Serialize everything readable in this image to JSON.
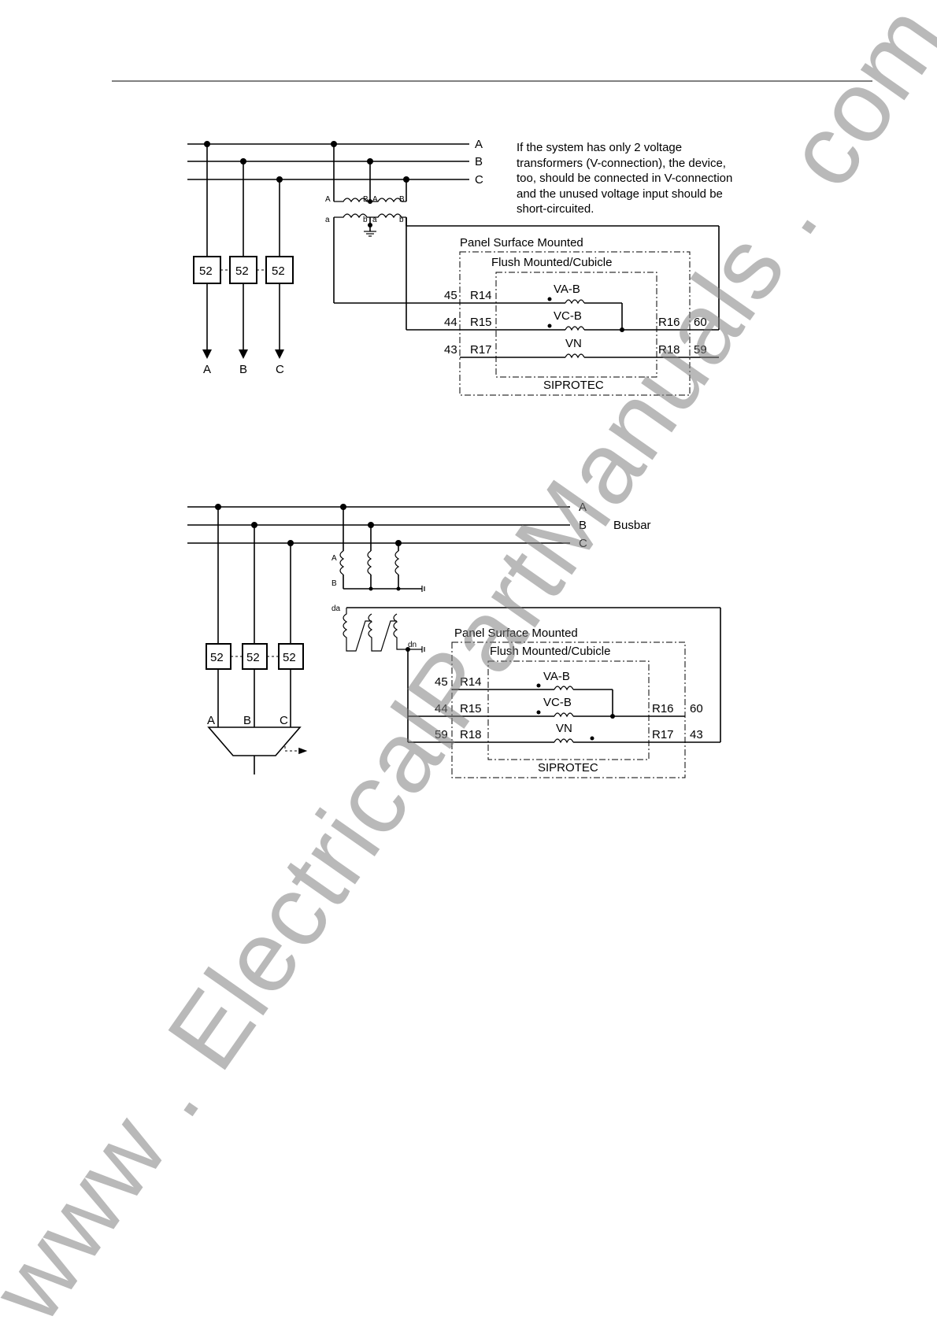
{
  "note": {
    "lines": [
      "If the system has only 2 voltage",
      "transformers (V-connection), the device,",
      "too, should be connected in V-connection",
      "and the unused voltage input should be",
      "short-circuited."
    ]
  },
  "diagram1": {
    "phase_labels": [
      "A",
      "B",
      "C"
    ],
    "breaker_label": "52",
    "outputs": [
      "A",
      "B",
      "C"
    ],
    "vt_primary": [
      "A",
      "B",
      "A",
      "B"
    ],
    "vt_secondary": [
      "a",
      "b",
      "a",
      "b"
    ],
    "panel_label": "Panel Surface Mounted",
    "flush_label": "Flush Mounted/Cubicle",
    "device_label": "SIPROTEC",
    "left_pins": [
      "45",
      "44",
      "43"
    ],
    "left_terms": [
      "R14",
      "R15",
      "R17"
    ],
    "coils": [
      "VA-B",
      "VC-B",
      "VN"
    ],
    "right_terms": [
      "R16",
      "R18"
    ],
    "right_pins": [
      "60",
      "59"
    ]
  },
  "diagram2": {
    "phase_labels": [
      "A",
      "B",
      "C"
    ],
    "busbar_label": "Busbar",
    "breaker_label": "52",
    "outputs": [
      "A",
      "B",
      "C"
    ],
    "vt_labels": [
      "A",
      "B"
    ],
    "open_delta": [
      "da",
      "dn"
    ],
    "panel_label": "Panel Surface Mounted",
    "flush_label": "Flush Mounted/Cubicle",
    "device_label": "SIPROTEC",
    "left_pins": [
      "45",
      "44",
      "59"
    ],
    "left_terms": [
      "R14",
      "R15",
      "R18"
    ],
    "coils": [
      "VA-B",
      "VC-B",
      "VN"
    ],
    "right_terms": [
      "R16",
      "R17"
    ],
    "right_pins": [
      "60",
      "43"
    ]
  },
  "watermark": "www . ElectricalPartManuals . com"
}
